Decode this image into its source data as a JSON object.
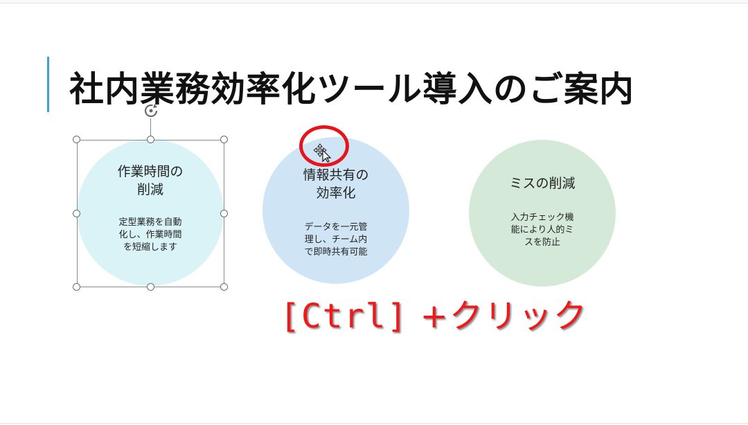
{
  "slide": {
    "title": "社内業務効率化ツール導入のご案内",
    "accent_color": "#3aa3d0"
  },
  "cards": [
    {
      "title": "作業時間の\n削減",
      "body": "定型業務を自動\n化し、作業時間\nを短縮します",
      "color": "#d9f3f7",
      "selected": true
    },
    {
      "title": "情報共有の\n効率化",
      "body": "データを一元管\n理し、チーム内\nで即時共有可能",
      "color": "#cfe4f4",
      "selected": false
    },
    {
      "title": "ミスの削減",
      "body": "入力チェック機\n能により人的ミ\nスを防止",
      "color": "#d4e9d8",
      "selected": false
    }
  ],
  "selection": {
    "rotate_icon": "rotate-handle-icon",
    "cursor_icon": "move-cursor-icon"
  },
  "callout": {
    "key_text": "[Ctrl]",
    "action_text": "+クリック",
    "color": "#f01818"
  }
}
